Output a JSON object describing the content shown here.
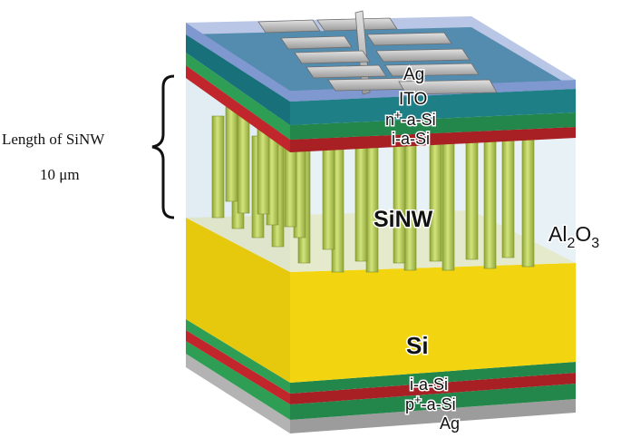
{
  "annotation": {
    "line1": "Length of SiNW",
    "line2": "10 μm"
  },
  "labels": {
    "ag_top": "Ag",
    "ito": "ITO",
    "n_prefix": "n",
    "n_sup": "+",
    "n_suffix": "-a-Si",
    "i_top": "i-a-Si",
    "sinw": "SiNW",
    "al_main": "Al",
    "al_sub": "2",
    "o_main": "O",
    "o_sub": "3",
    "si": "Si",
    "i_bottom": "i-a-Si",
    "p_prefix": "p",
    "p_sup": "+",
    "p_suffix": "-a-Si",
    "ag_bottom": "Ag"
  },
  "colors": {
    "ito": "#1e7f86",
    "n_a_si": "#2f9e55",
    "i_a_si": "#c0262b",
    "sinw": "#b8cf5c",
    "al2o3": "#d7e6ef",
    "si": "#f2d510",
    "p_a_si": "#2f9e55",
    "ag": "#b7b7b7",
    "top_blue": "#7f98cf"
  }
}
